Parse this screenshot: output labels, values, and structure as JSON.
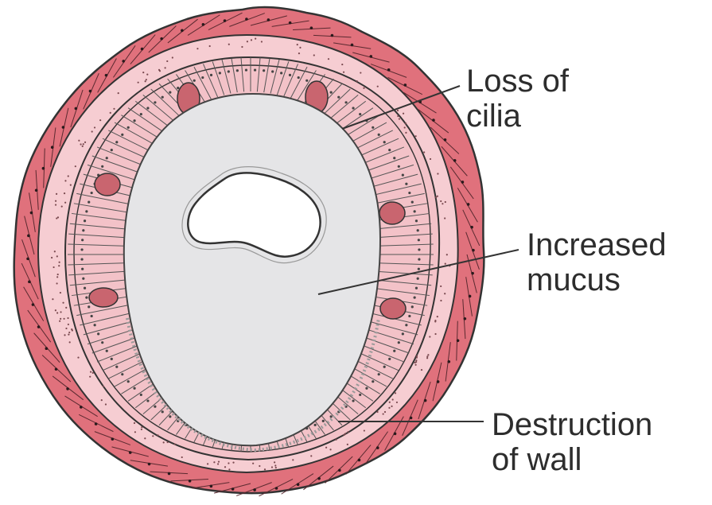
{
  "diagram": {
    "labels": [
      {
        "id": "cilia",
        "lines": [
          "Loss of",
          "cilia"
        ]
      },
      {
        "id": "mucus",
        "lines": [
          "Increased",
          "mucus"
        ]
      },
      {
        "id": "wall",
        "lines": [
          "Destruction",
          "of wall"
        ]
      }
    ],
    "colors": {
      "muscle_layer": "#e0717c",
      "connective_layer": "#f6cdd2",
      "epithelium": "#f3c2c8",
      "lumen_mucus": "#e5e5e7",
      "air_space": "#ffffff",
      "outline": "#333333",
      "label_text": "#2d2d2d"
    }
  }
}
